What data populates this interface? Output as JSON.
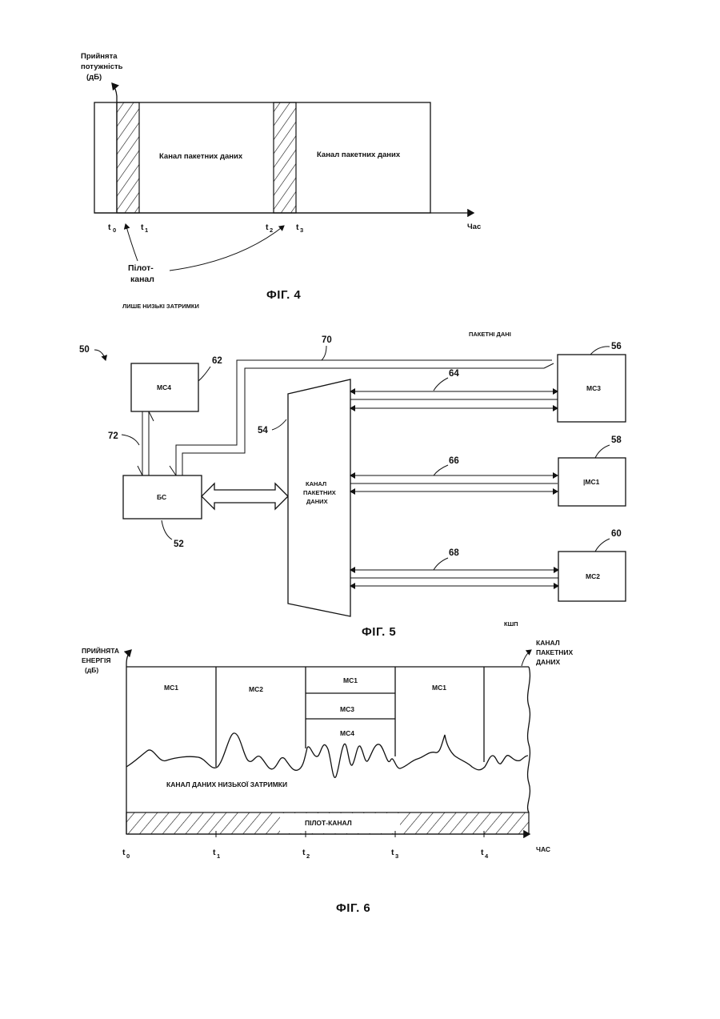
{
  "fig4": {
    "ylabel_line1": "Прийнята",
    "ylabel_line2": "потужність",
    "ylabel_line3": "(дБ)",
    "block1_label": "Канал пакетних даних",
    "block2_label": "Канал пакетних даних",
    "t0": "t",
    "t0_sub": "0",
    "t1": "t",
    "t1_sub": "1",
    "t2": "t",
    "t2_sub": "2",
    "t3": "t",
    "t3_sub": "3",
    "xlabel": "Час",
    "pilot_line1": "Пілот-",
    "pilot_line2": "канал",
    "caption": "ФІГ. 4"
  },
  "fig5": {
    "top_left_note": "ЛИШЕ НИЗЬКІ ЗАТРИМКИ",
    "top_right_note": "ПАКЕТНІ ДАНІ",
    "ref_50": "50",
    "ref_52": "52",
    "ref_54": "54",
    "ref_56": "56",
    "ref_58": "58",
    "ref_60": "60",
    "ref_62": "62",
    "ref_64": "64",
    "ref_66": "66",
    "ref_68": "68",
    "ref_70": "70",
    "ref_72": "72",
    "ms4": "МС4",
    "bs": "БС",
    "channel_line1": "КАНАЛ",
    "channel_line2": "ПАКЕТНИХ",
    "channel_line3": "ДАНИХ",
    "ms3": "МС3",
    "ms1": "|МС1",
    "ms2": "МС2",
    "bottom_note": "КШП",
    "caption": "ФІГ. 5"
  },
  "fig6": {
    "ylabel_line1": "ПРИЙНЯТА",
    "ylabel_line2": "ЕНЕРГІЯ",
    "ylabel_line3": "(дБ)",
    "right_label_line1": "КАНАЛ",
    "right_label_line2": "ПАКЕТНИХ",
    "right_label_line3": "ДАНИХ",
    "slot1": "МС1",
    "slot2": "МС2",
    "slot3a": "МС1",
    "slot3b": "МС3",
    "slot3c": "МС4",
    "slot4": "МС1",
    "low_latency": "КАНАЛ ДАНИХ НИЗЬКОЇ ЗАТРИМКИ",
    "pilot": "ПІЛОТ-КАНАЛ",
    "t0": "t",
    "t0_sub": "0",
    "t1": "t",
    "t1_sub": "1",
    "t2": "t",
    "t2_sub": "2",
    "t3": "t",
    "t3_sub": "3",
    "t4": "t",
    "t4_sub": "4",
    "xlabel": "ЧАС",
    "caption": "ФІГ. 6"
  }
}
